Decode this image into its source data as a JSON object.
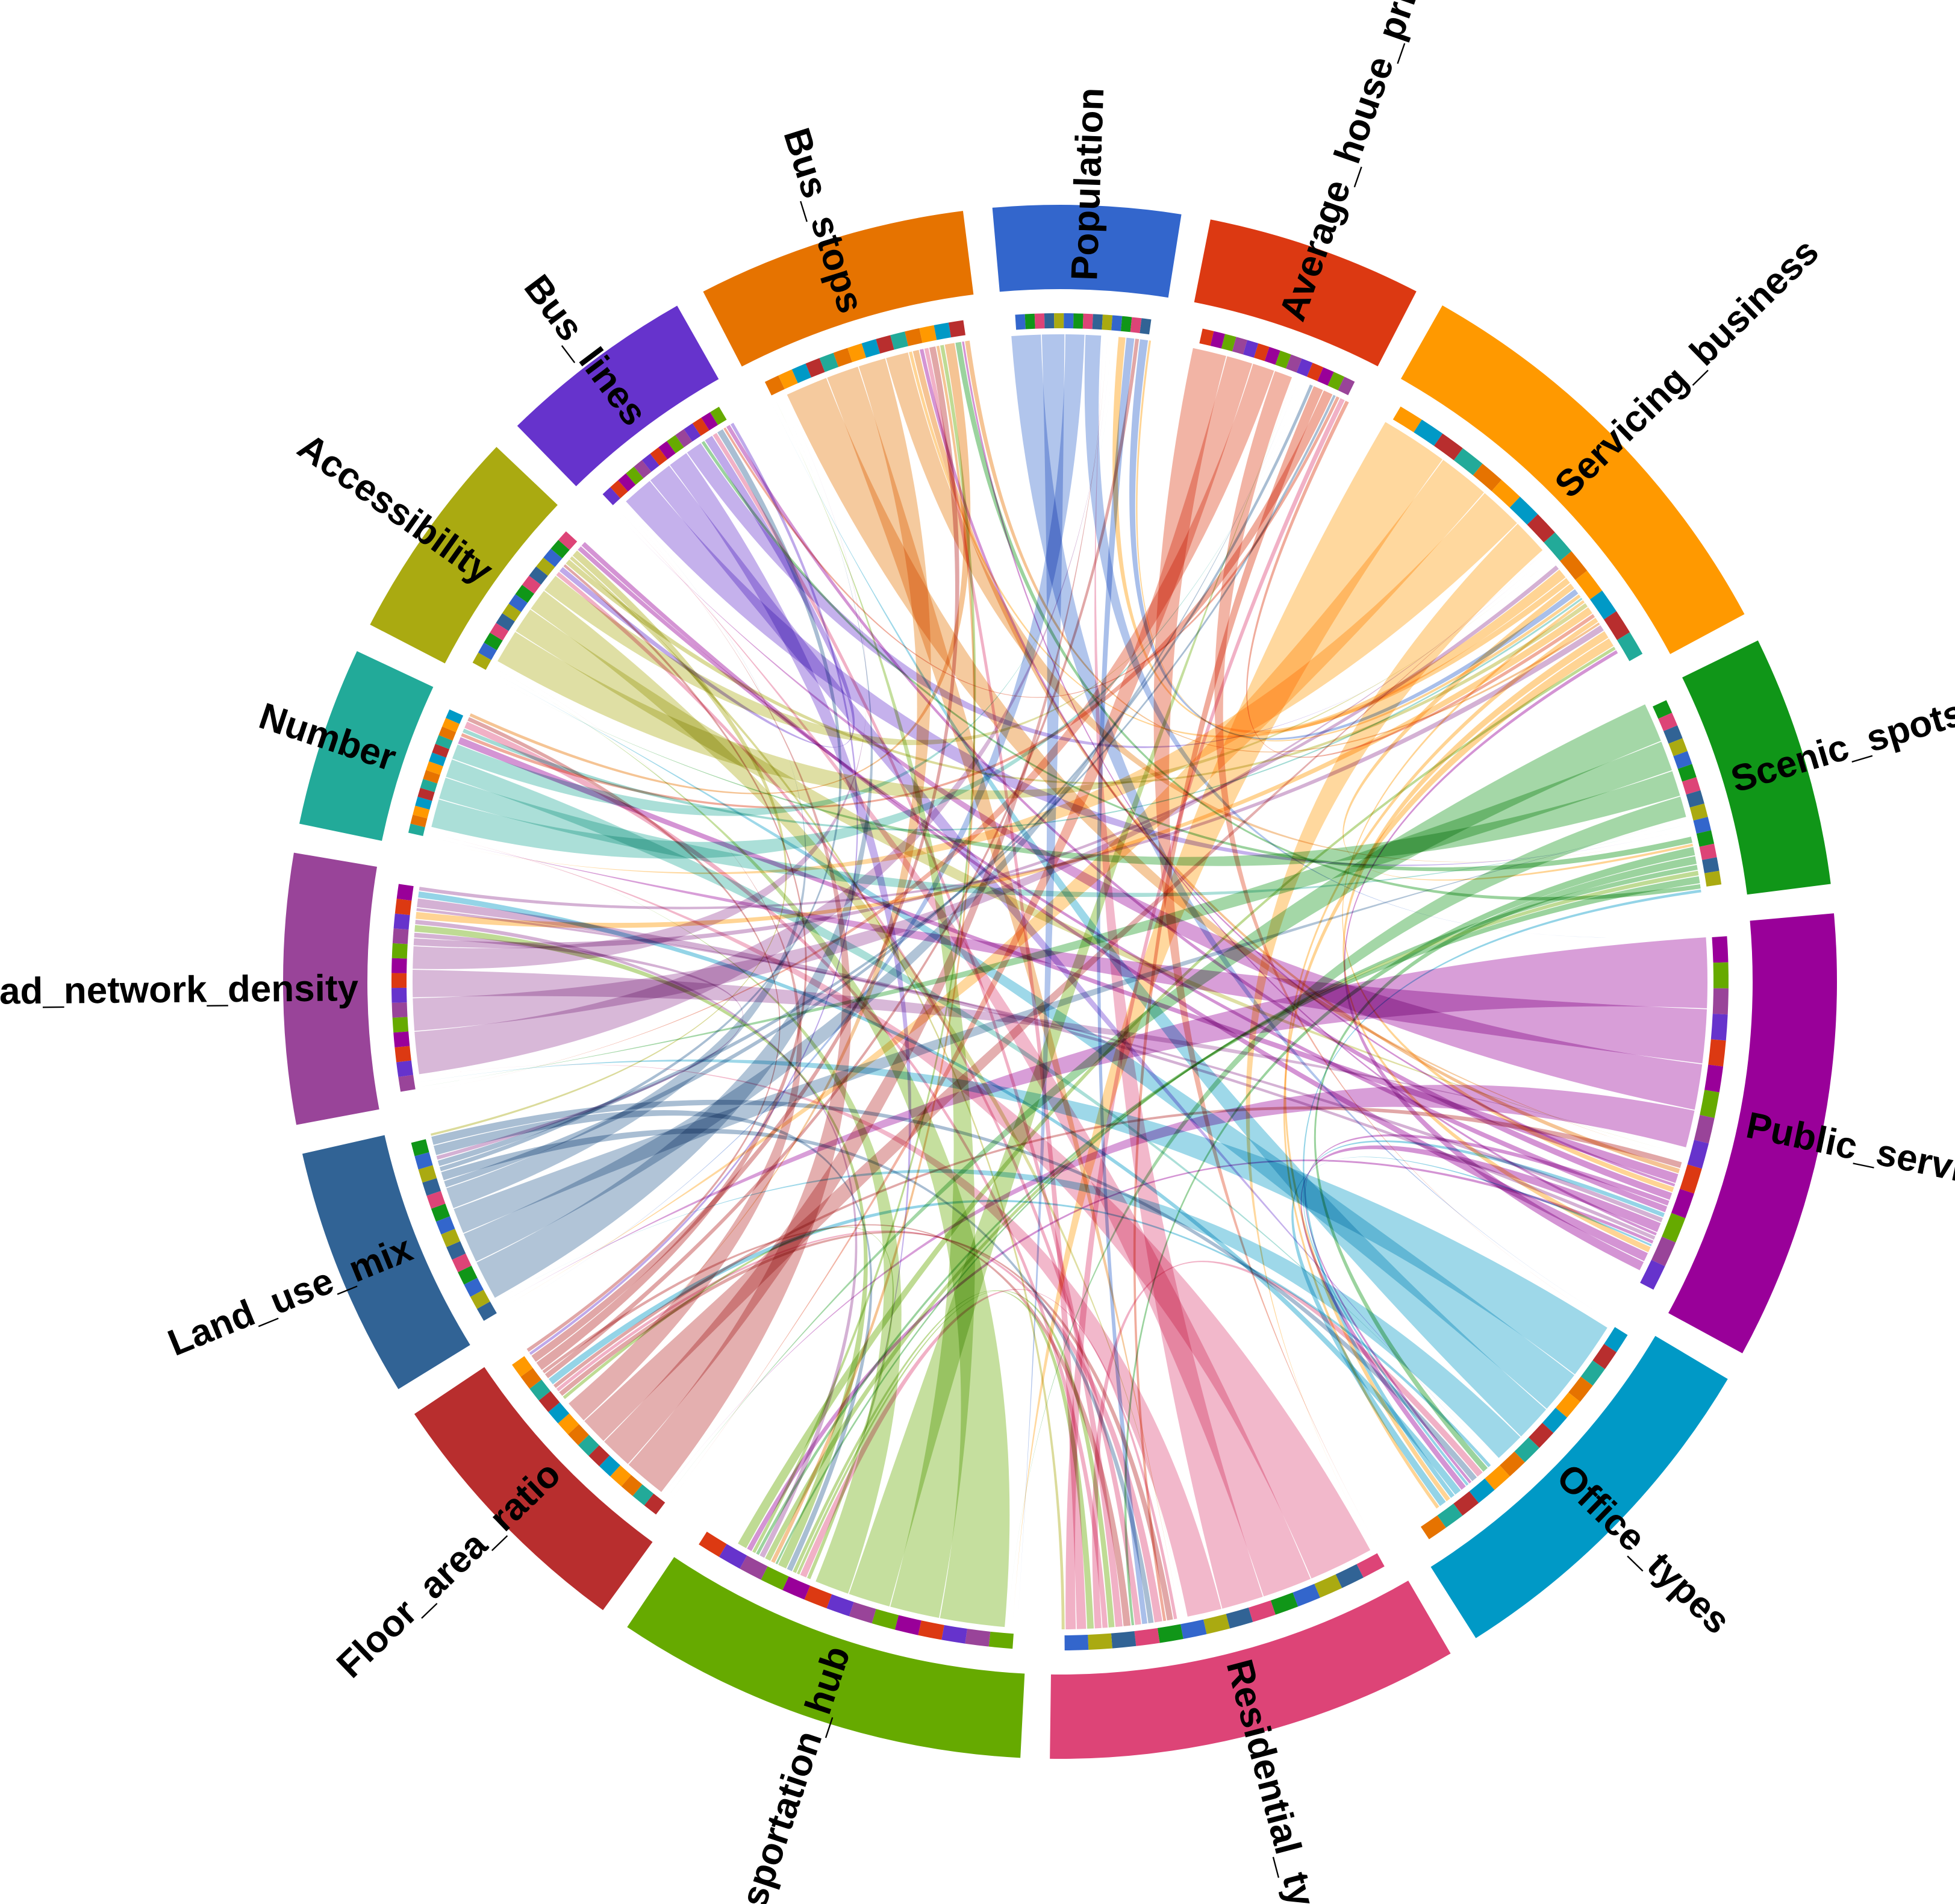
{
  "chart_data": {
    "type": "chord",
    "segments": [
      {
        "name": "Population",
        "value": 5.2,
        "color": "#3366cc"
      },
      {
        "name": "Average_house_price",
        "value": 6.0,
        "color": "#dc3912"
      },
      {
        "name": "Servicing_business",
        "value": 12.0,
        "color": "#ff9900"
      },
      {
        "name": "Scenic_spots",
        "value": 7.0,
        "color": "#109618"
      },
      {
        "name": "Public_services",
        "value": 12.5,
        "color": "#990099"
      },
      {
        "name": "Office_types",
        "value": 10.0,
        "color": "#0099c6"
      },
      {
        "name": "Residential_types",
        "value": 11.5,
        "color": "#dd4477"
      },
      {
        "name": "Transportation_hub",
        "value": 11.5,
        "color": "#66aa00"
      },
      {
        "name": "Floor_area_ratio",
        "value": 7.5,
        "color": "#b82e2e"
      },
      {
        "name": "Land_use_mix",
        "value": 7.0,
        "color": "#316395"
      },
      {
        "name": "Road_network_density",
        "value": 7.5,
        "color": "#994499"
      },
      {
        "name": "Number",
        "value": 5.0,
        "color": "#22aa99"
      },
      {
        "name": "Accessibility",
        "value": 6.0,
        "color": "#aaaa11"
      },
      {
        "name": "Bus_lines",
        "value": 5.5,
        "color": "#6633cc"
      },
      {
        "name": "Bus_stops",
        "value": 7.5,
        "color": "#e67300"
      }
    ],
    "main_flow_share": 0.55,
    "grid": false,
    "legend": "none"
  }
}
